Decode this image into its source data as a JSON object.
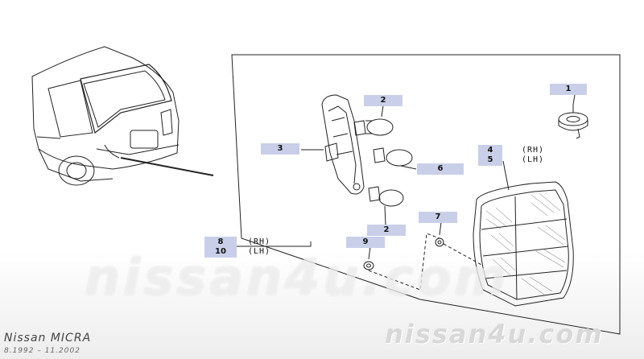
{
  "callouts": {
    "c1": "1",
    "c2a": "2",
    "c2b": "2",
    "c3": "3",
    "c4": "4",
    "c5": "5",
    "c6": "6",
    "c7": "7",
    "c8": "8",
    "c9": "9",
    "c10": "10"
  },
  "side_labels": {
    "rh_upper": "(RH)",
    "lh_upper": "(LH)",
    "rh_lower": "(RH)",
    "lh_lower": "(LH)"
  },
  "watermark": {
    "center": "nissan4u.com",
    "bottom": "nissan4u.com"
  },
  "model": {
    "name": "Nissan MICRA",
    "years": "8.1992 – 11.2002"
  },
  "colors": {
    "label_fill": "#c9cfe8",
    "line": "#111111"
  }
}
